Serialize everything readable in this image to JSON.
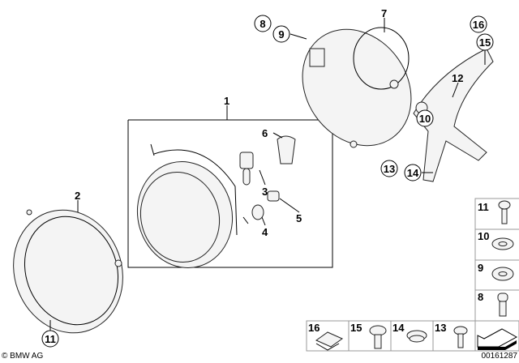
{
  "callouts": {
    "c1": "1",
    "c2": "2",
    "c3": "3",
    "c4": "4",
    "c5": "5",
    "c6": "6",
    "c7": "7",
    "c8": "8",
    "c9": "9",
    "c10": "10",
    "c11": "11",
    "c12": "12",
    "c13": "13",
    "c14": "14",
    "c15": "15",
    "c16": "16"
  },
  "parts_legend": {
    "right_column": [
      "11",
      "10",
      "9",
      "8"
    ],
    "bottom_row": [
      "16",
      "15",
      "14",
      "13"
    ]
  },
  "footer": {
    "copyright": "© BMW AG",
    "diagram_number": "00161287"
  }
}
